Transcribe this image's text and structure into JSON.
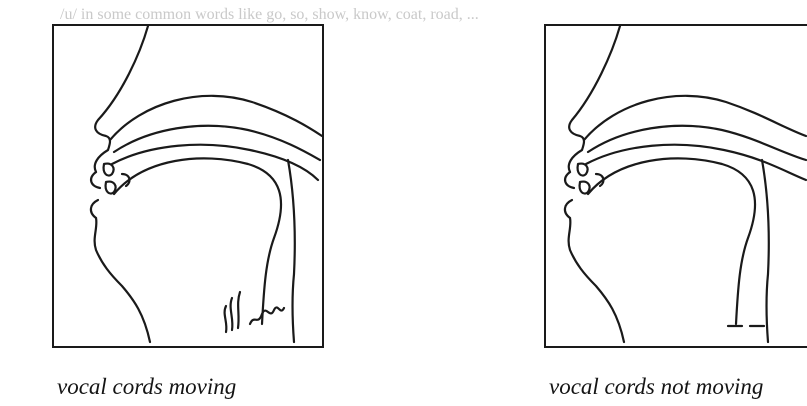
{
  "background_text": {
    "line1": "/u/ in some common words like go, so, show, know, coat, road, ..."
  },
  "figures": [
    {
      "caption": "vocal cords moving"
    },
    {
      "caption": "vocal cords not moving"
    }
  ],
  "colors": {
    "ink": "#1a1a1a",
    "bleed": "#c9c9c9",
    "paper": "#ffffff"
  }
}
